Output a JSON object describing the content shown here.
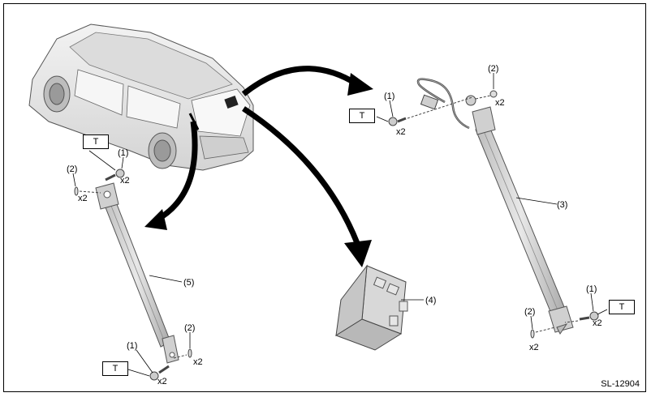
{
  "torque_symbol": "T",
  "part_numbers": {
    "p1": "(1)",
    "p2": "(2)",
    "p3": "(3)",
    "p4": "(4)",
    "p5": "(5)"
  },
  "quantity_label": "x2",
  "figure_code": "SL-12904",
  "colors": {
    "line": "#000000",
    "part_fill": "#d9d9d9",
    "part_shade": "#b0b0b0",
    "car_body": "#e6e6e6",
    "car_glass": "#f4f4f4"
  }
}
